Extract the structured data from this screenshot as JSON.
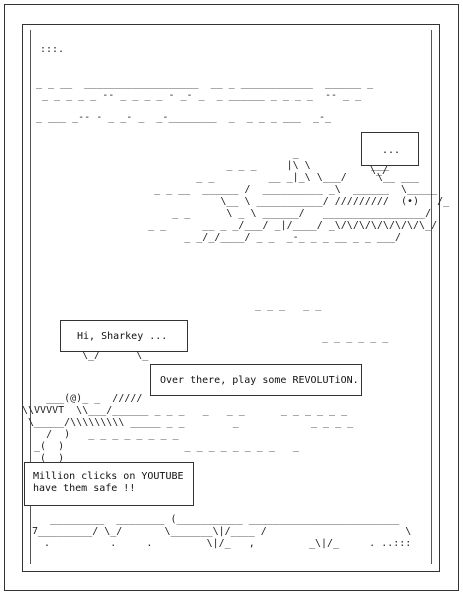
{
  "colors": {
    "ink": "#222222",
    "background": "#ffffff"
  },
  "corner_mark": ":::.",
  "bubbles": {
    "greeting": "Hi, Sharkey ...",
    "dots": "...",
    "instruction": "Over there, play some REVOLUTiON.",
    "warning_line1": "Million clicks on YOUTUBE",
    "warning_line2": "have them safe !!"
  }
}
